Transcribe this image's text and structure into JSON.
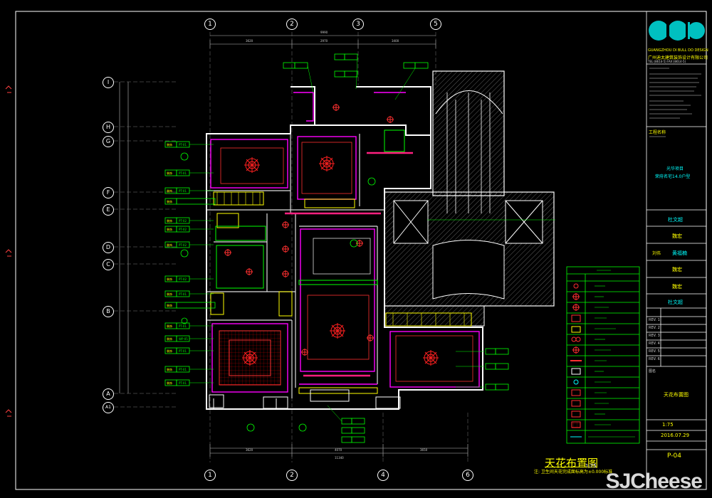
{
  "sheet": {
    "logo_letters": "GBD",
    "company_en": "GUANGZHOU DI BULL DO DESIGN",
    "company_cn": "广州迪太建筑装饰设计有限公司",
    "tel": "TEL:(8614-5)  FAX:(8614-5)",
    "section_project": "工程名称",
    "project_line1": "光华项目",
    "project_line2": "荣府名宅14.0户型",
    "row_1_left": "",
    "row_1_right": "杜文超",
    "row_2_right": "魏宏",
    "row_3_left": "刘伟",
    "row_3_right": "黄福楠",
    "row_4_right": "魏宏",
    "row_5_right": "魏宏",
    "row_6_right": "杜文超",
    "revisions": [
      "REV. 1",
      "REV. 2",
      "REV. 3",
      "REV. 4",
      "REV. 5",
      "REV. 6"
    ],
    "sheet_title_label": "图名",
    "sheet_title": "天花布置图",
    "scale_value": "1:75",
    "date_value": "2016.07.29",
    "sheet_no": "P-04"
  },
  "drawing": {
    "title": "天花布置图",
    "scale": "1:75",
    "note": "注: 卫生间天花完成面标高为±0.000标准"
  },
  "grid": {
    "top_bubbles": [
      "1",
      "2",
      "3",
      "5"
    ],
    "bottom_bubbles": [
      "1",
      "2",
      "4",
      "6"
    ],
    "left_bubbles": [
      "I",
      "H",
      "G",
      "F",
      "E",
      "D",
      "C",
      "B",
      "A",
      "A1"
    ]
  },
  "colors": {
    "background": "#000000",
    "frame": "#ffffff",
    "wall": "#ffffff",
    "cyan": "#00ffff",
    "green": "#00ff00",
    "yellow": "#ffff00",
    "magenta": "#ff00ff",
    "red": "#ff0000",
    "hatch": "#9a9a9a"
  },
  "watermark": "SJCheese"
}
